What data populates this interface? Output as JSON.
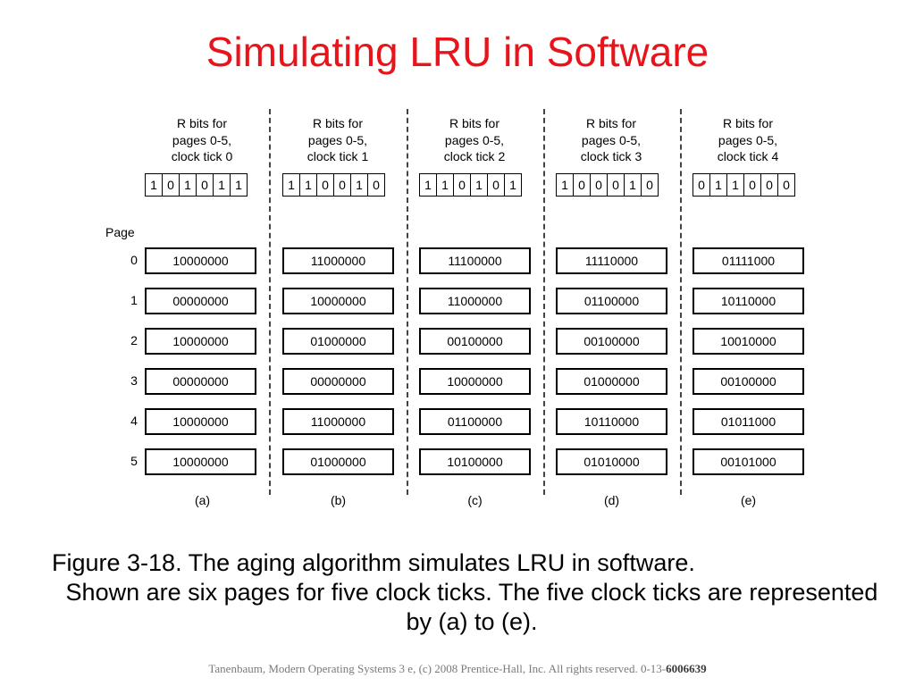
{
  "title": "Simulating LRU in Software",
  "page_label": "Page",
  "page_numbers": [
    "0",
    "1",
    "2",
    "3",
    "4",
    "5"
  ],
  "columns": [
    {
      "header": [
        "R bits for",
        "pages 0-5,",
        "clock tick 0"
      ],
      "r_bits": [
        "1",
        "0",
        "1",
        "0",
        "1",
        "1"
      ],
      "counters": [
        "10000000",
        "00000000",
        "10000000",
        "00000000",
        "10000000",
        "10000000"
      ],
      "label": "(a)"
    },
    {
      "header": [
        "R bits for",
        "pages 0-5,",
        "clock tick 1"
      ],
      "r_bits": [
        "1",
        "1",
        "0",
        "0",
        "1",
        "0"
      ],
      "counters": [
        "11000000",
        "10000000",
        "01000000",
        "00000000",
        "11000000",
        "01000000"
      ],
      "label": "(b)"
    },
    {
      "header": [
        "R bits for",
        "pages 0-5,",
        "clock tick 2"
      ],
      "r_bits": [
        "1",
        "1",
        "0",
        "1",
        "0",
        "1"
      ],
      "counters": [
        "11100000",
        "11000000",
        "00100000",
        "10000000",
        "01100000",
        "10100000"
      ],
      "label": "(c)"
    },
    {
      "header": [
        "R bits for",
        "pages 0-5,",
        "clock tick 3"
      ],
      "r_bits": [
        "1",
        "0",
        "0",
        "0",
        "1",
        "0"
      ],
      "counters": [
        "11110000",
        "01100000",
        "00100000",
        "01000000",
        "10110000",
        "01010000"
      ],
      "label": "(d)"
    },
    {
      "header": [
        "R bits for",
        "pages 0-5,",
        "clock tick 4"
      ],
      "r_bits": [
        "0",
        "1",
        "1",
        "0",
        "0",
        "0"
      ],
      "counters": [
        "01111000",
        "10110000",
        "10010000",
        "00100000",
        "01011000",
        "00101000"
      ],
      "label": "(e)"
    }
  ],
  "caption": {
    "line1": "Figure 3-18. The aging algorithm simulates LRU in software.",
    "line2": "Shown are six pages for five clock ticks. The five clock ticks are represented by (a) to (e)."
  },
  "footer": {
    "text": "Tanenbaum, Modern Operating Systems 3 e, (c) 2008 Prentice-Hall, Inc. All rights reserved. 0-13-",
    "bold": "6006639"
  }
}
